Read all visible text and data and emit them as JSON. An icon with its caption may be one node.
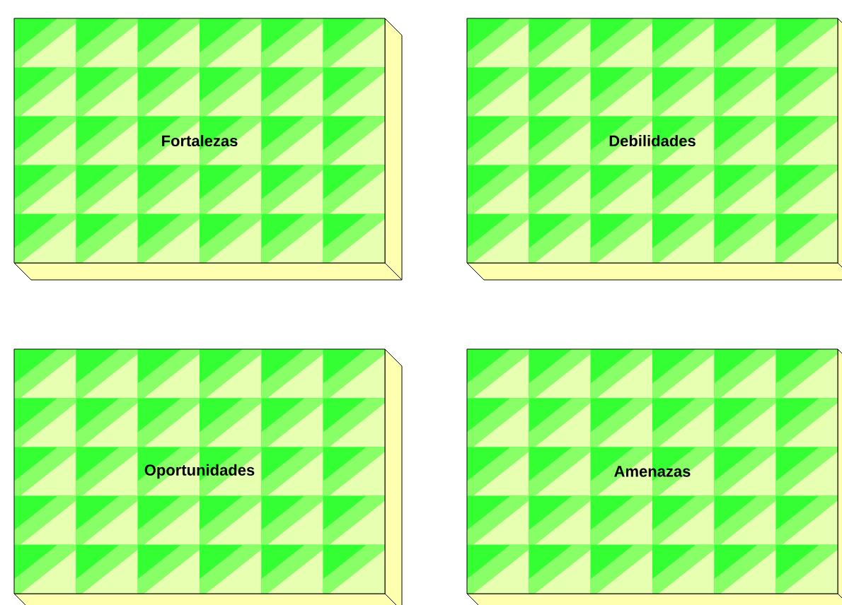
{
  "diagram": {
    "nodes": [
      {
        "text": [
          "Fortalezas"
        ]
      },
      {
        "text": [
          "Debilidades"
        ]
      },
      {
        "text": [
          "Oportunidades"
        ]
      },
      {
        "text": [
          "Amenazas"
        ]
      }
    ]
  }
}
